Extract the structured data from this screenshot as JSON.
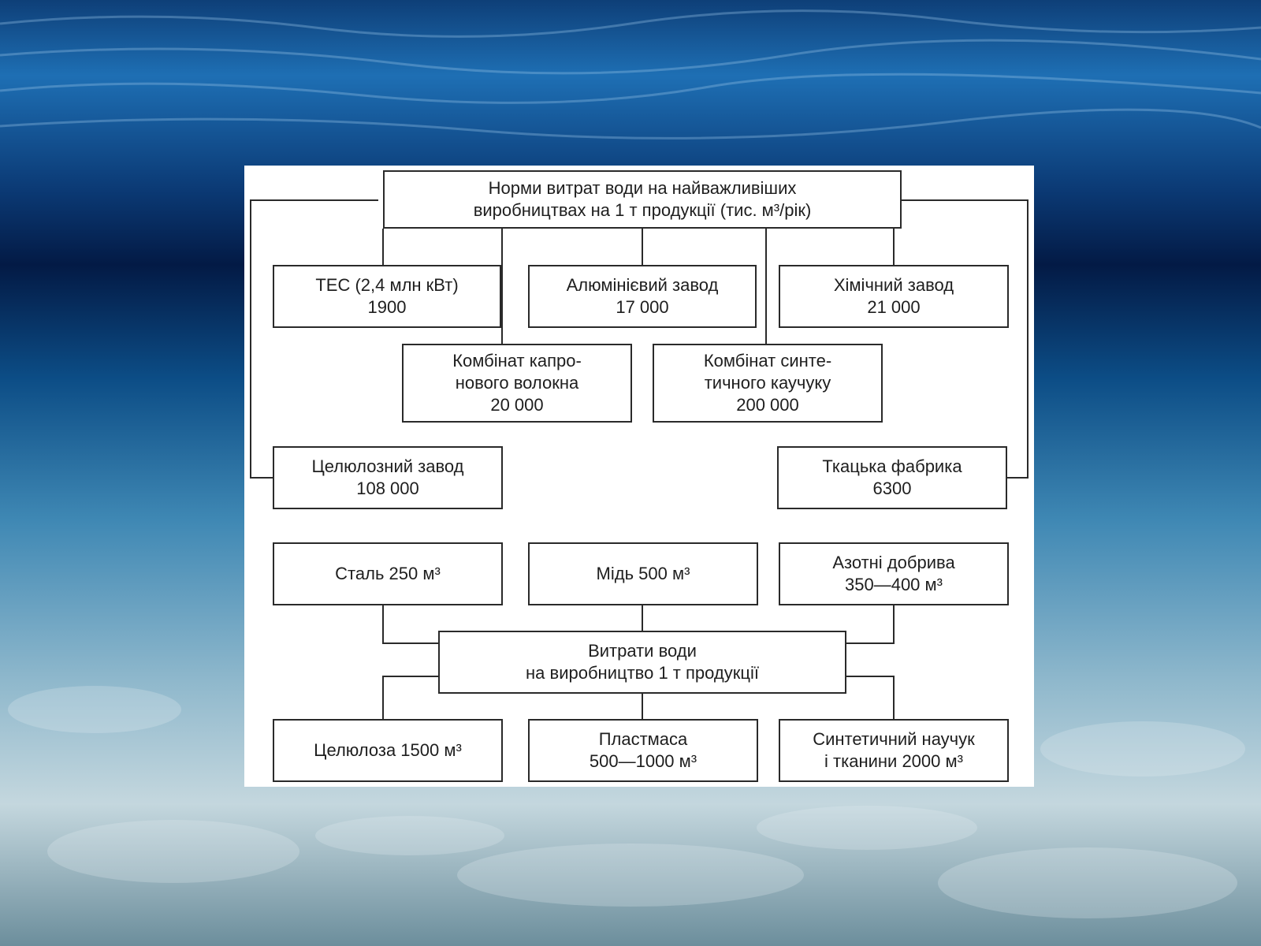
{
  "diagram1": {
    "root": {
      "line1": "Норми витрат води на найважливіших",
      "line2": "виробництвах на 1 т продукції (тис. м³/рік)"
    },
    "tes": {
      "line1": "ТЕС (2,4 млн кВт)",
      "value": "1900"
    },
    "aluminium": {
      "line1": "Алюмінієвий завод",
      "value": "17 000"
    },
    "chemical": {
      "line1": "Хімічний завод",
      "value": "21 000"
    },
    "kapron": {
      "line1": "Комбінат капро-",
      "line2": "нового волокна",
      "value": "20 000"
    },
    "rubber": {
      "line1": "Комбінат синте-",
      "line2": "тичного каучуку",
      "value": "200 000"
    },
    "cellulose_plant": {
      "line1": "Целюлозний завод",
      "value": "108 000"
    },
    "weaving": {
      "line1": "Ткацька фабрика",
      "value": "6300"
    }
  },
  "diagram2": {
    "center": {
      "line1": "Витрати води",
      "line2": "на виробництво 1 т продукції"
    },
    "steel": {
      "line1": "Сталь 250 м³"
    },
    "copper": {
      "line1": "Мідь 500 м³"
    },
    "nitrogen": {
      "line1": "Азотні добрива",
      "line2": "350—400 м³"
    },
    "cellulose": {
      "line1": "Целюлоза 1500 м³"
    },
    "plastic": {
      "line1": "Пластмаса",
      "line2": "500—1000 м³"
    },
    "synthetic": {
      "line1": "Синтетичний научук",
      "line2": "і тканини 2000 м³"
    }
  },
  "colors": {
    "line": "#2a2a2a",
    "panel": "#ffffff",
    "text": "#1e1e1e"
  }
}
